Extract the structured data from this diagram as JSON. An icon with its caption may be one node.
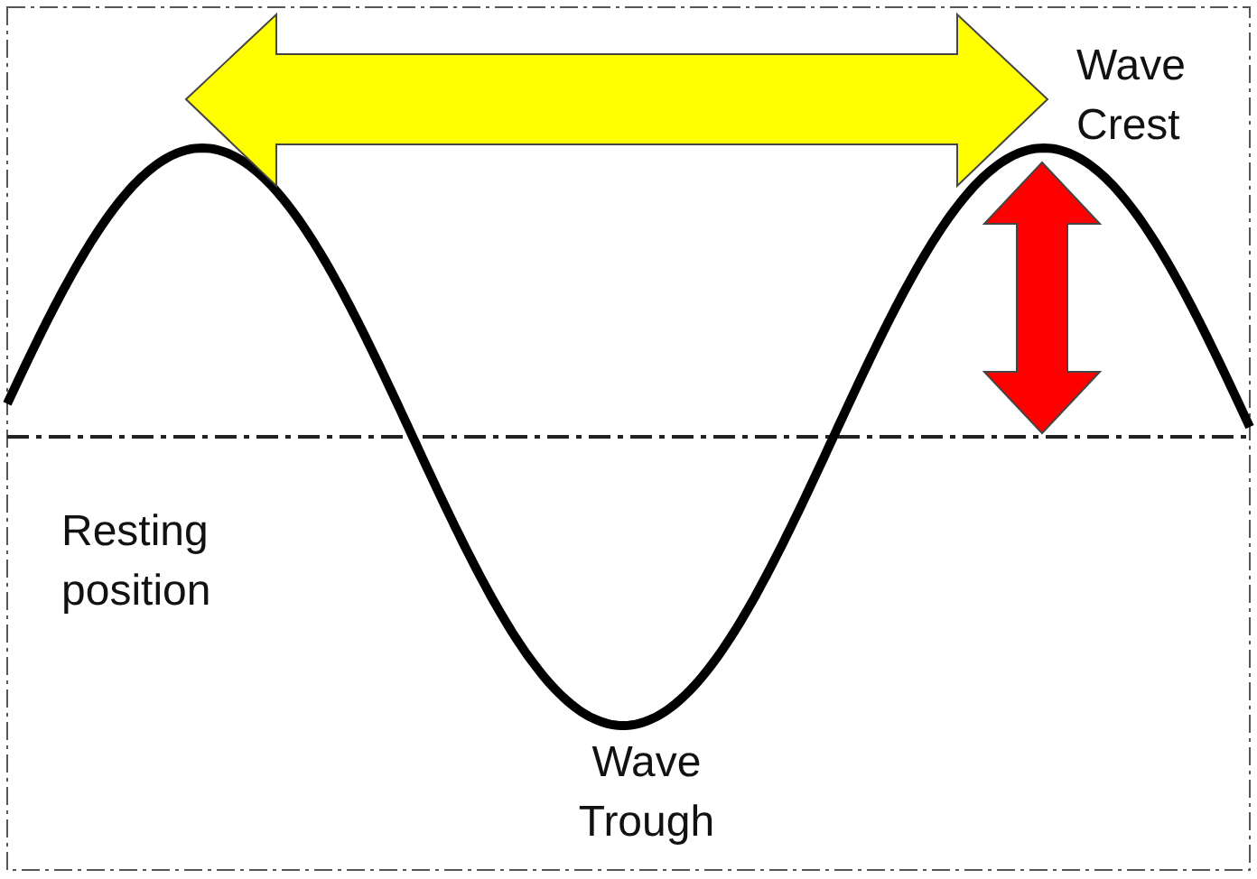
{
  "diagram": {
    "labels": [
      "Wave Crest",
      "Resting position",
      "Wave Trough"
    ]
  }
}
